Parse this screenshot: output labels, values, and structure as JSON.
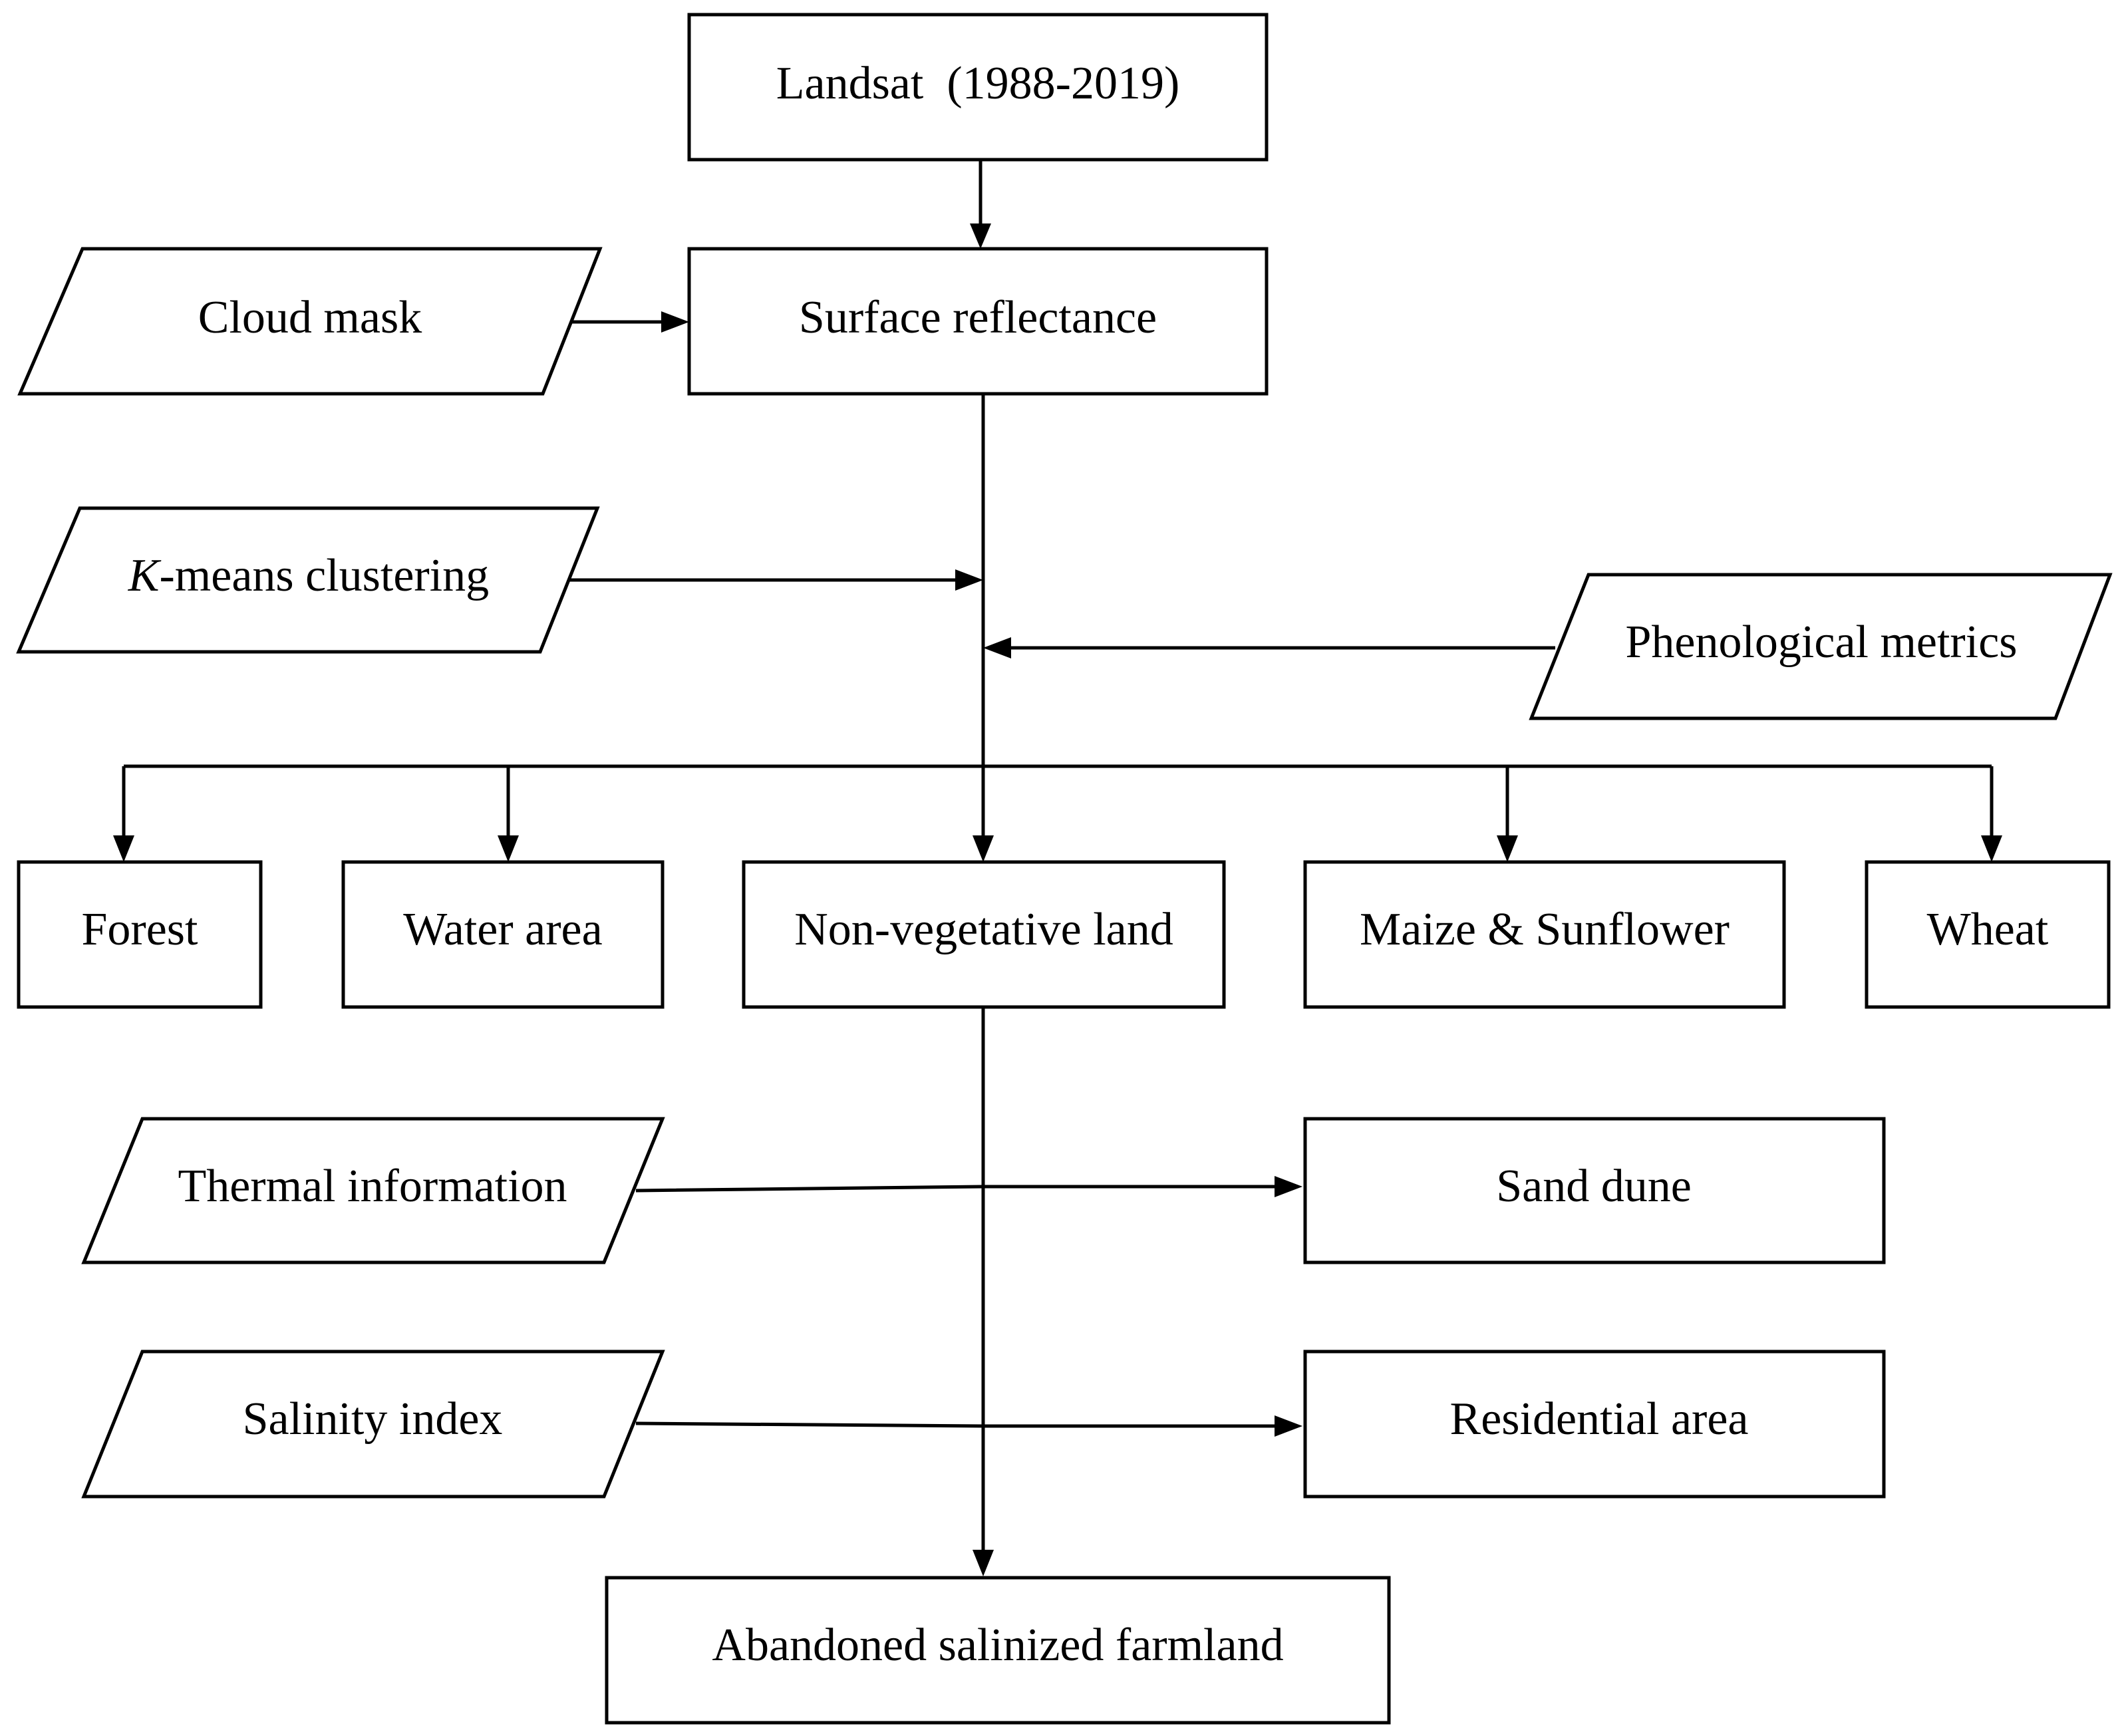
{
  "nodes": {
    "landsat": {
      "label": "Landsat  (1988-2019)",
      "shape": "rect"
    },
    "cloud_mask": {
      "label": "Cloud mask",
      "shape": "parallelogram"
    },
    "surface_reflectance": {
      "label": "Surface reflectance",
      "shape": "rect"
    },
    "kmeans": {
      "label_italic": "K",
      "label_rest": "-means clustering",
      "shape": "parallelogram"
    },
    "phenological_metrics": {
      "label": "Phenological metrics",
      "shape": "parallelogram"
    },
    "forest": {
      "label": "Forest",
      "shape": "rect"
    },
    "water_area": {
      "label": "Water area",
      "shape": "rect"
    },
    "non_vegetative_land": {
      "label": "Non-vegetative land",
      "shape": "rect"
    },
    "maize_sunflower": {
      "label": "Maize & Sunflower",
      "shape": "rect"
    },
    "wheat": {
      "label": "Wheat",
      "shape": "rect"
    },
    "thermal_information": {
      "label": "Thermal information",
      "shape": "parallelogram"
    },
    "sand_dune": {
      "label": "Sand dune",
      "shape": "rect"
    },
    "salinity_index": {
      "label": "Salinity index",
      "shape": "parallelogram"
    },
    "residential_area": {
      "label": "Residential area",
      "shape": "rect"
    },
    "abandoned_salinized_farmland": {
      "label": "Abandoned salinized farmland",
      "shape": "rect"
    }
  },
  "edges": [
    {
      "from": "landsat",
      "to": "surface_reflectance"
    },
    {
      "from": "cloud_mask",
      "to": "surface_reflectance"
    },
    {
      "from": "kmeans",
      "to": "surface_reflectance"
    },
    {
      "from": "phenological_metrics",
      "to": "surface_reflectance"
    },
    {
      "from": "surface_reflectance",
      "to": "forest"
    },
    {
      "from": "surface_reflectance",
      "to": "water_area"
    },
    {
      "from": "surface_reflectance",
      "to": "non_vegetative_land"
    },
    {
      "from": "surface_reflectance",
      "to": "maize_sunflower"
    },
    {
      "from": "surface_reflectance",
      "to": "wheat"
    },
    {
      "from": "thermal_information",
      "to": "sand_dune"
    },
    {
      "from": "salinity_index",
      "to": "residential_area"
    },
    {
      "from": "non_vegetative_land",
      "to": "abandoned_salinized_farmland"
    }
  ]
}
